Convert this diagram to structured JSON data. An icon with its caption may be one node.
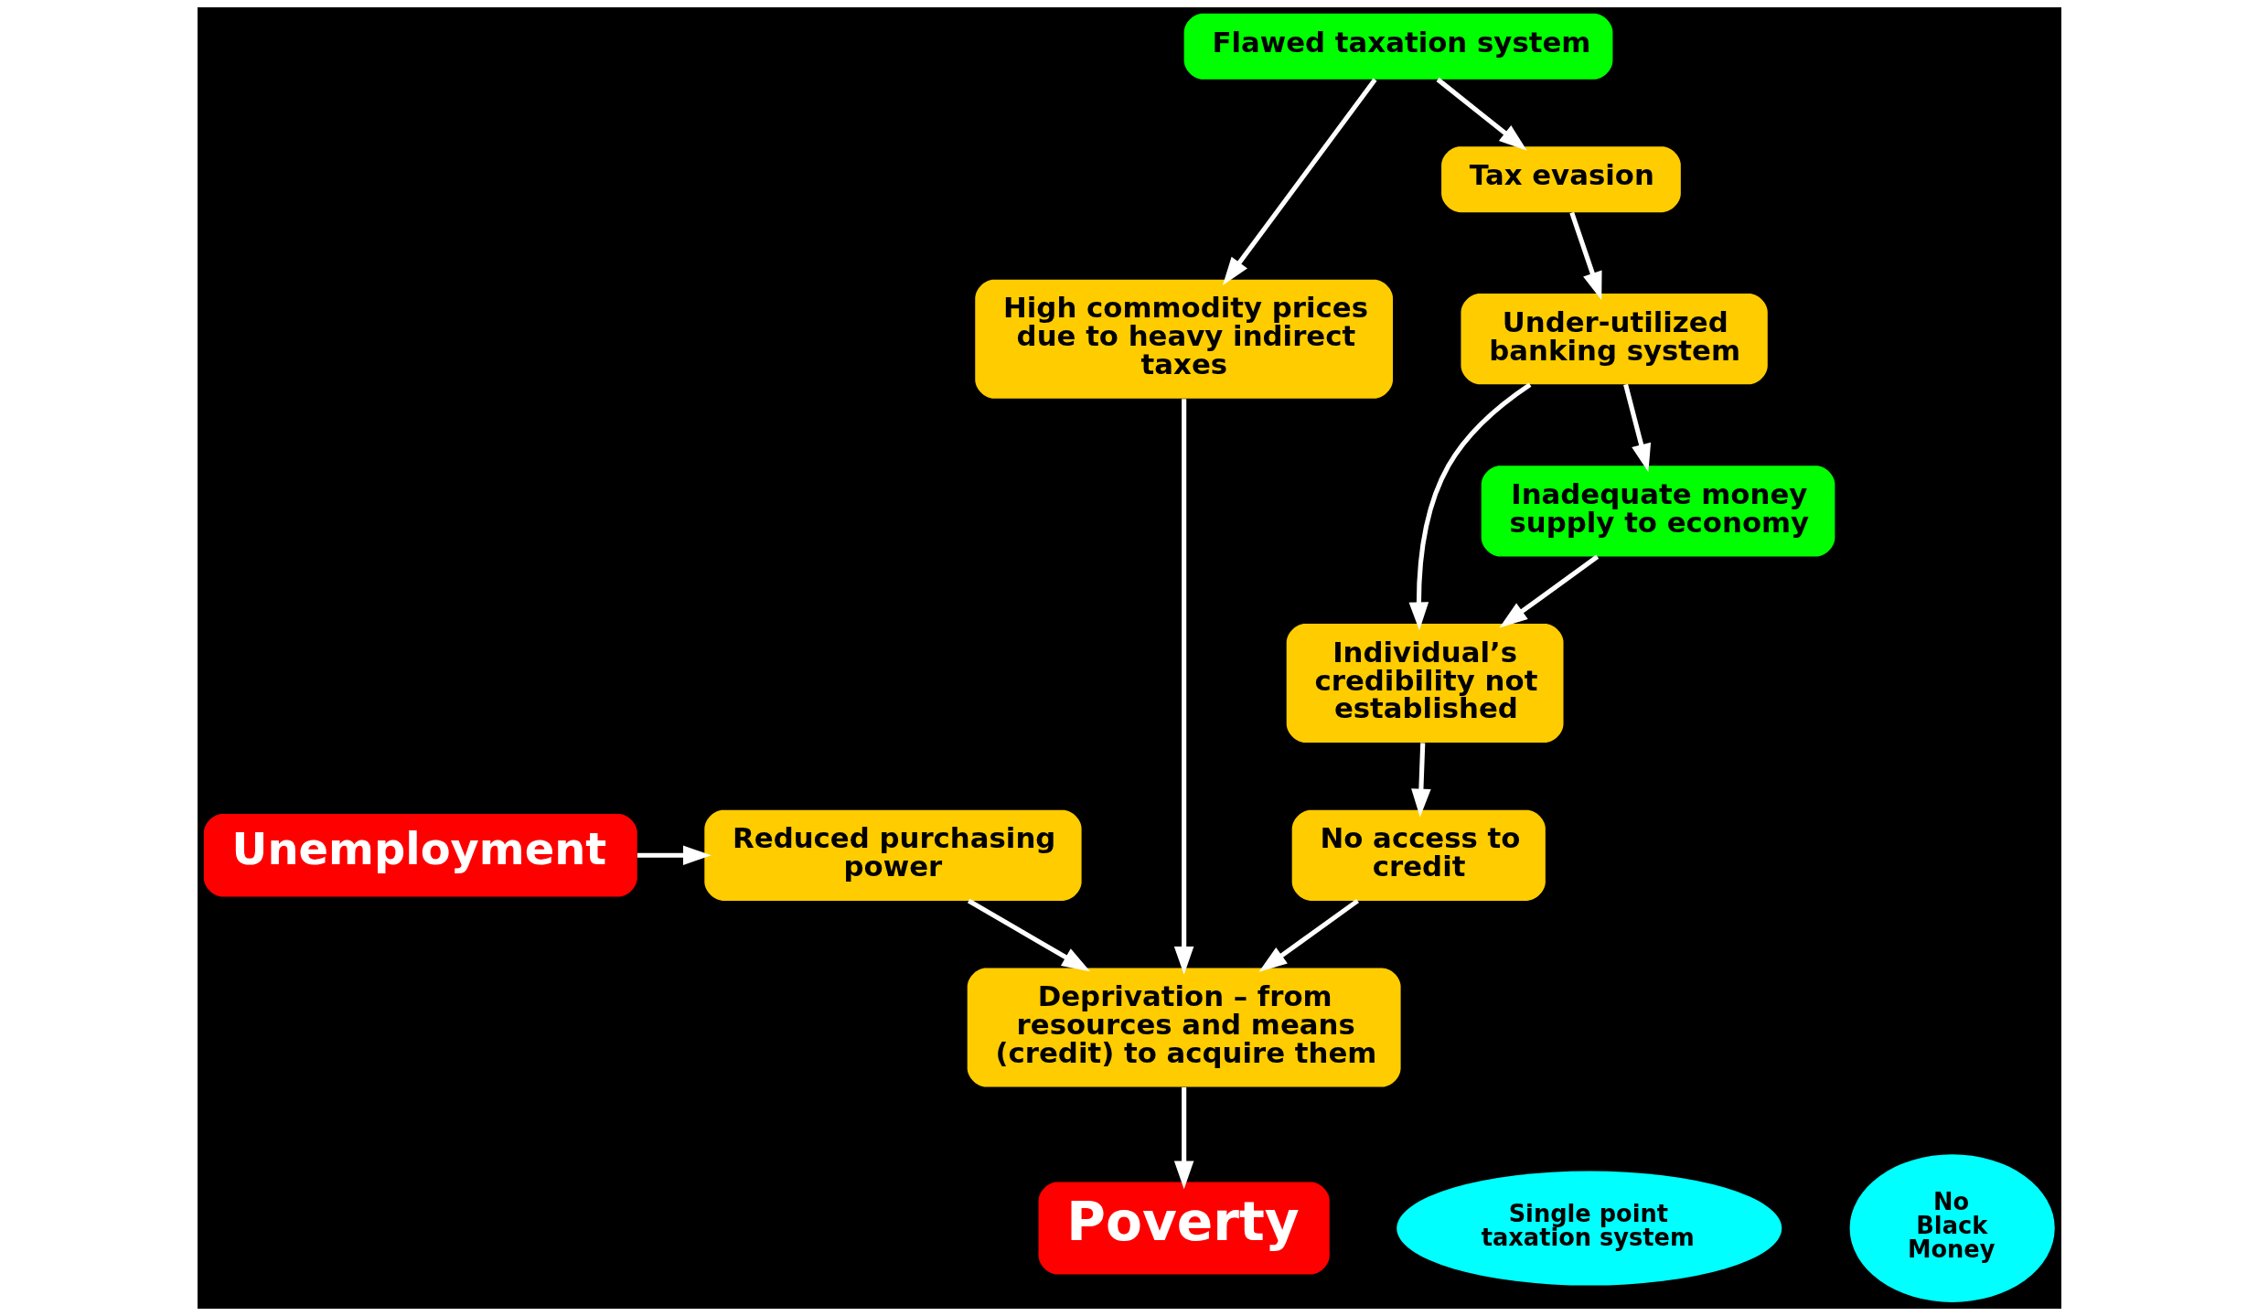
{
  "diagram": {
    "nodes": [
      {
        "text": [
          "Unemployment"
        ]
      },
      {
        "text": [
          "Reduced purchasing power"
        ]
      },
      {
        "text": [
          "Flawed taxation system"
        ]
      },
      {
        "text": [
          "High commodity prices due to heavy indirect taxes"
        ]
      },
      {
        "text": [
          "Tax evasion"
        ]
      },
      {
        "text": [
          "No access to credit"
        ]
      },
      {
        "text": [
          "Under-utilized banking system"
        ]
      },
      {
        "text": [
          "Individual’s credibility not established"
        ]
      },
      {
        "text": [
          "Deprivation – from resources and means (credit) to acquire them"
        ]
      },
      {
        "text": [
          "Inadequate money supply to economy"
        ]
      },
      {
        "text": [
          "Single point taxation system"
        ]
      },
      {
        "text": [
          "No Black Money"
        ]
      },
      {
        "text": [
          "Poverty"
        ]
      }
    ],
    "edges": [
      {
        "from": 0,
        "to": 1,
        "arrow": "to"
      },
      {
        "from": 2,
        "to": 3,
        "arrow": "to"
      },
      {
        "from": 2,
        "to": 4,
        "arrow": "to"
      },
      {
        "from": 4,
        "to": 6,
        "arrow": "to"
      },
      {
        "from": 6,
        "to": 7,
        "arrow": "to"
      },
      {
        "from": 6,
        "to": 9,
        "arrow": "to"
      },
      {
        "from": 9,
        "to": 7,
        "arrow": "to"
      },
      {
        "from": 7,
        "to": 5,
        "arrow": "to"
      },
      {
        "from": 5,
        "to": 8,
        "arrow": "to"
      },
      {
        "from": 3,
        "to": 8,
        "arrow": "to"
      },
      {
        "from": 1,
        "to": 8,
        "arrow": "to"
      },
      {
        "from": 8,
        "to": 12,
        "arrow": "to"
      }
    ]
  }
}
